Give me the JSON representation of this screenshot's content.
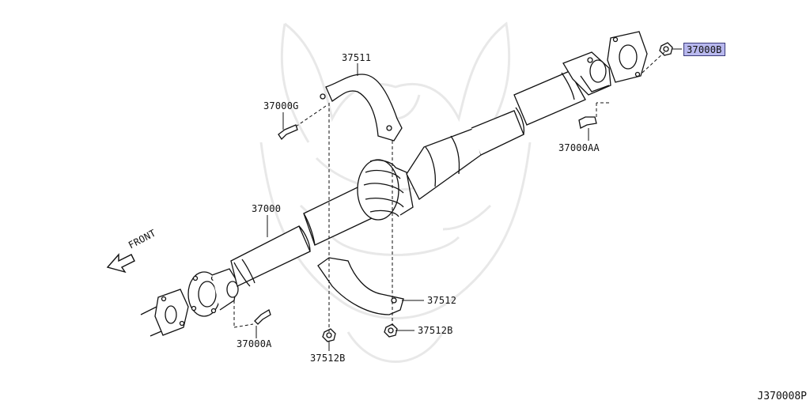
{
  "diagram": {
    "code": "J370008P",
    "front_label": "FRONT",
    "highlight_color": "#b8b8ee",
    "parts": [
      {
        "id": "37000B",
        "highlighted": true
      },
      {
        "id": "37511"
      },
      {
        "id": "37000G"
      },
      {
        "id": "37000AA"
      },
      {
        "id": "37000"
      },
      {
        "id": "37512"
      },
      {
        "id": "37000A"
      },
      {
        "id": "37512B"
      },
      {
        "id": "37512B"
      }
    ],
    "watermark": "samurai-helmet-logo"
  }
}
